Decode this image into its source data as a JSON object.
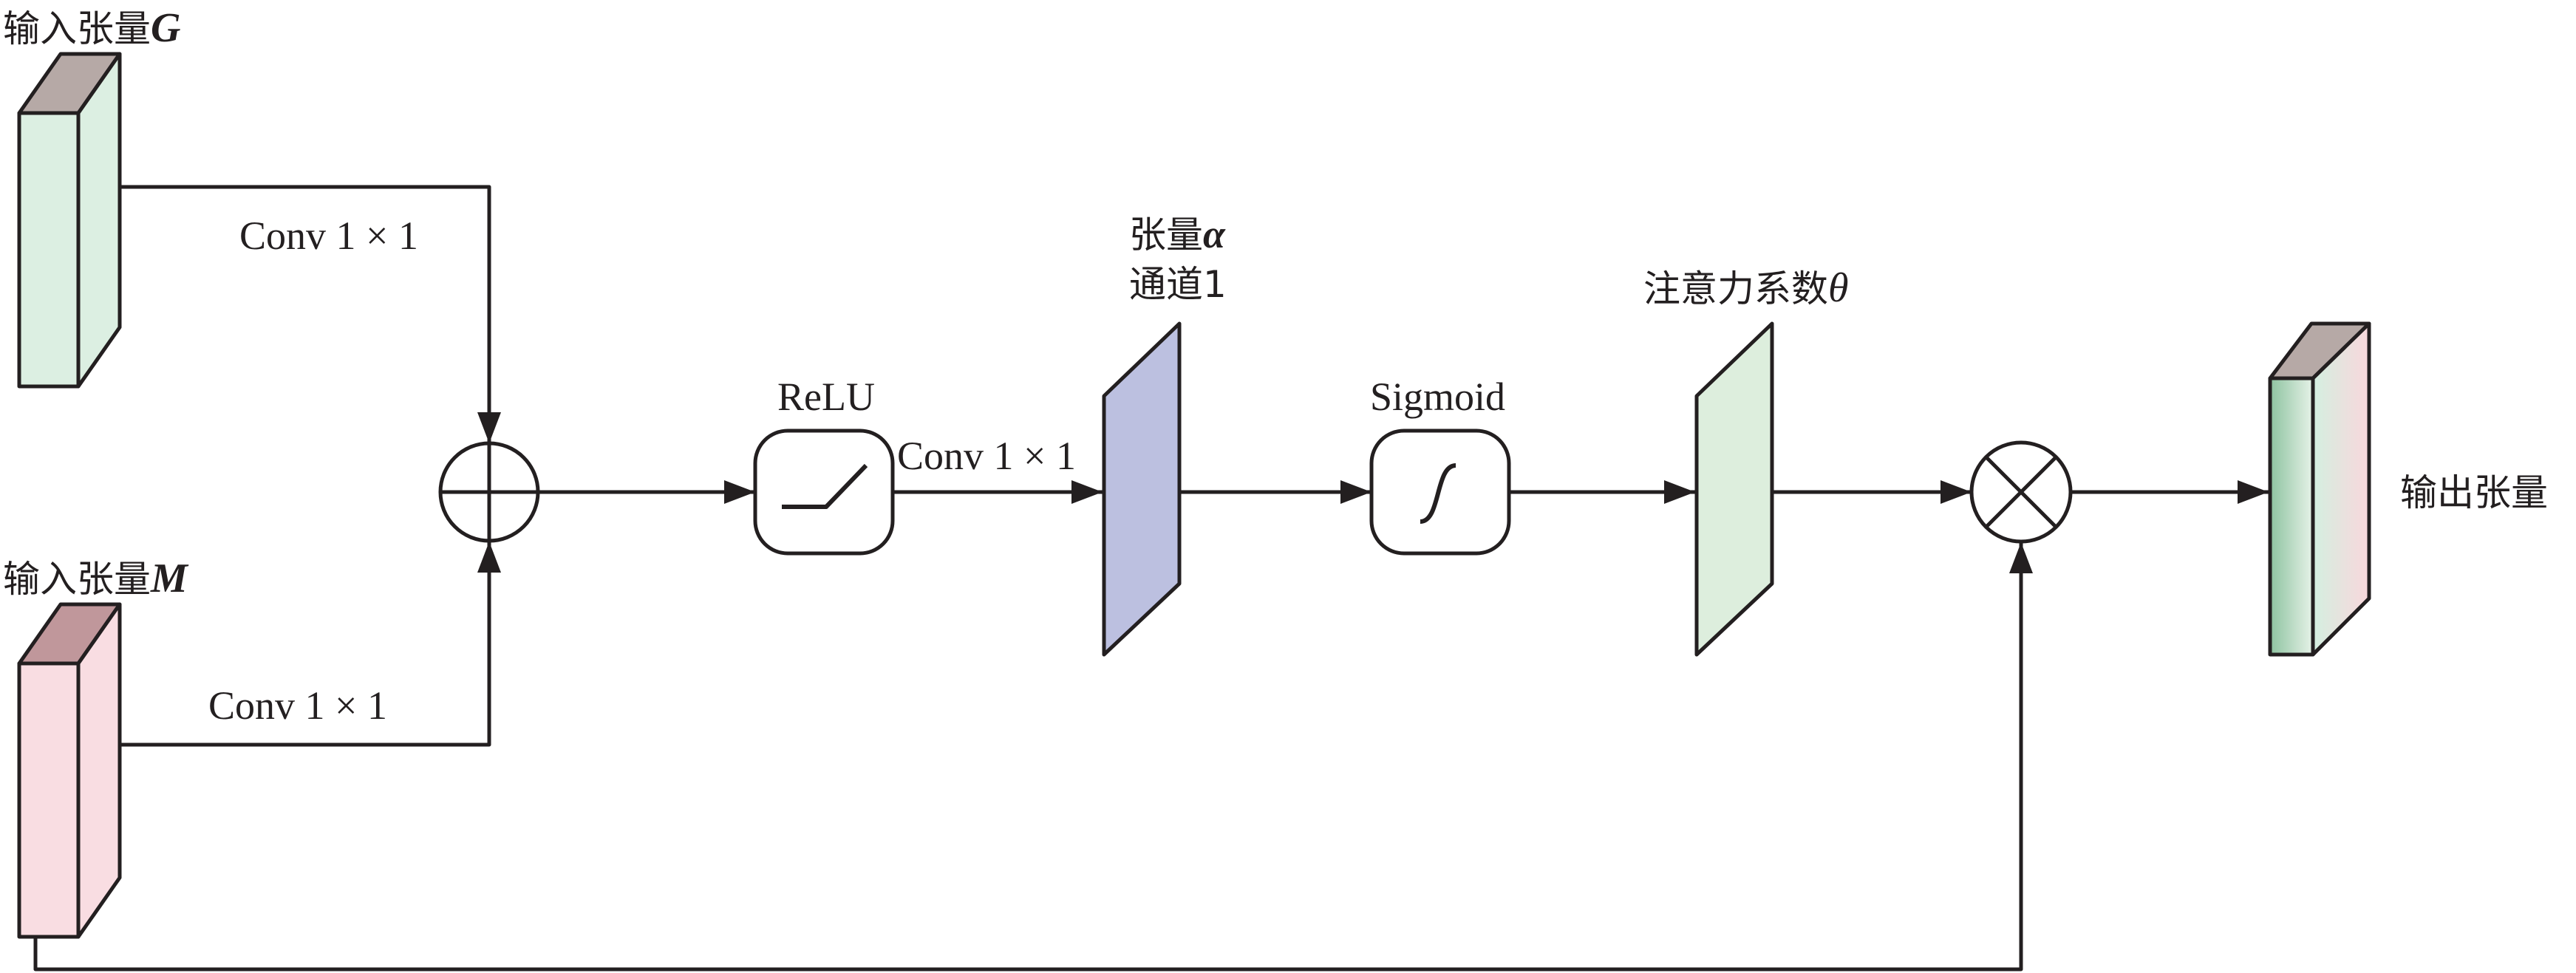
{
  "inputs": {
    "g": {
      "prefix": "输入张量",
      "symbol": "G"
    },
    "m": {
      "prefix": "输入张量",
      "symbol": "M"
    }
  },
  "conv": {
    "g_branch": "Conv 1 × 1",
    "m_branch": "Conv 1 × 1",
    "after_relu": "Conv 1 × 1"
  },
  "activations": {
    "relu": "ReLU",
    "sigmoid": "Sigmoid"
  },
  "tensor_alpha": {
    "prefix": "张量",
    "symbol": "α",
    "channel": "通道1"
  },
  "attention": {
    "prefix": "注意力系数",
    "symbol": "θ"
  },
  "output": {
    "label": "输出张量"
  },
  "colors": {
    "green_face": "#dcefe2",
    "green_dark": "#8ec3a0",
    "pink_face": "#f9dde2",
    "slab_top": "#b6a9a6",
    "pink_top": "#c0979b",
    "alpha_fill": "#bcc0e0",
    "theta_fill": "#ddeedd",
    "stroke": "#231f20"
  }
}
